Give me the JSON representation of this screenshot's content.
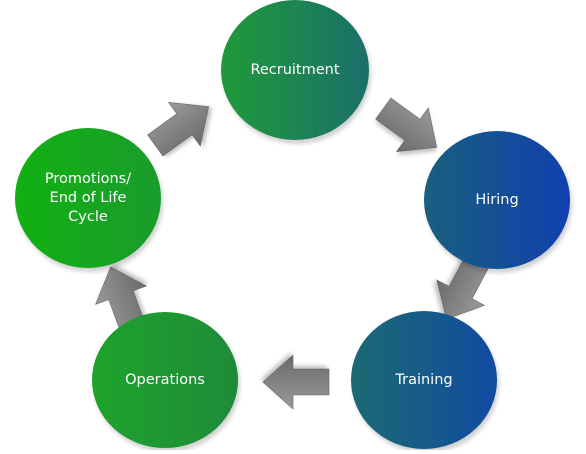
{
  "nodes": [
    {
      "id": "recruitment",
      "label": "Recruitment"
    },
    {
      "id": "hiring",
      "label": "Hiring"
    },
    {
      "id": "training",
      "label": "Training"
    },
    {
      "id": "operations",
      "label": "Operations"
    },
    {
      "id": "promotions",
      "label": "Promotions/\nEnd of Life\nCycle"
    }
  ],
  "edges": [
    {
      "from": "recruitment",
      "to": "hiring"
    },
    {
      "from": "hiring",
      "to": "training"
    },
    {
      "from": "training",
      "to": "operations"
    },
    {
      "from": "operations",
      "to": "promotions"
    },
    {
      "from": "promotions",
      "to": "recruitment"
    }
  ],
  "colors": {
    "green": "#12b012",
    "teal": "#1a7a6a",
    "blue": "#1040b0",
    "arrow": "#7a7a7a",
    "text": "#ffffff"
  }
}
